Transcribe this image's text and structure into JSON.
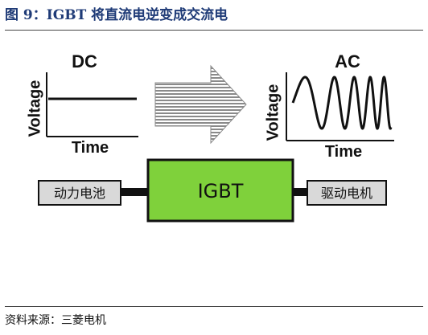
{
  "title": "图 9：IGBT 将直流电逆变成交流电",
  "source": "资料来源：三菱电机",
  "dc_panel": {
    "label": "DC",
    "y_axis": "Voltage",
    "x_axis": "Time"
  },
  "ac_panel": {
    "label": "AC",
    "y_axis": "Voltage",
    "x_axis": "Time"
  },
  "blocks": {
    "battery": "动力电池",
    "igbt": "IGBT",
    "motor": "驱动电机"
  },
  "colors": {
    "igbt_fill": "#7fd13b",
    "side_box_fill": "#d9d9d9",
    "title": "#1f3b77",
    "arrow": "#8a8a8a"
  }
}
